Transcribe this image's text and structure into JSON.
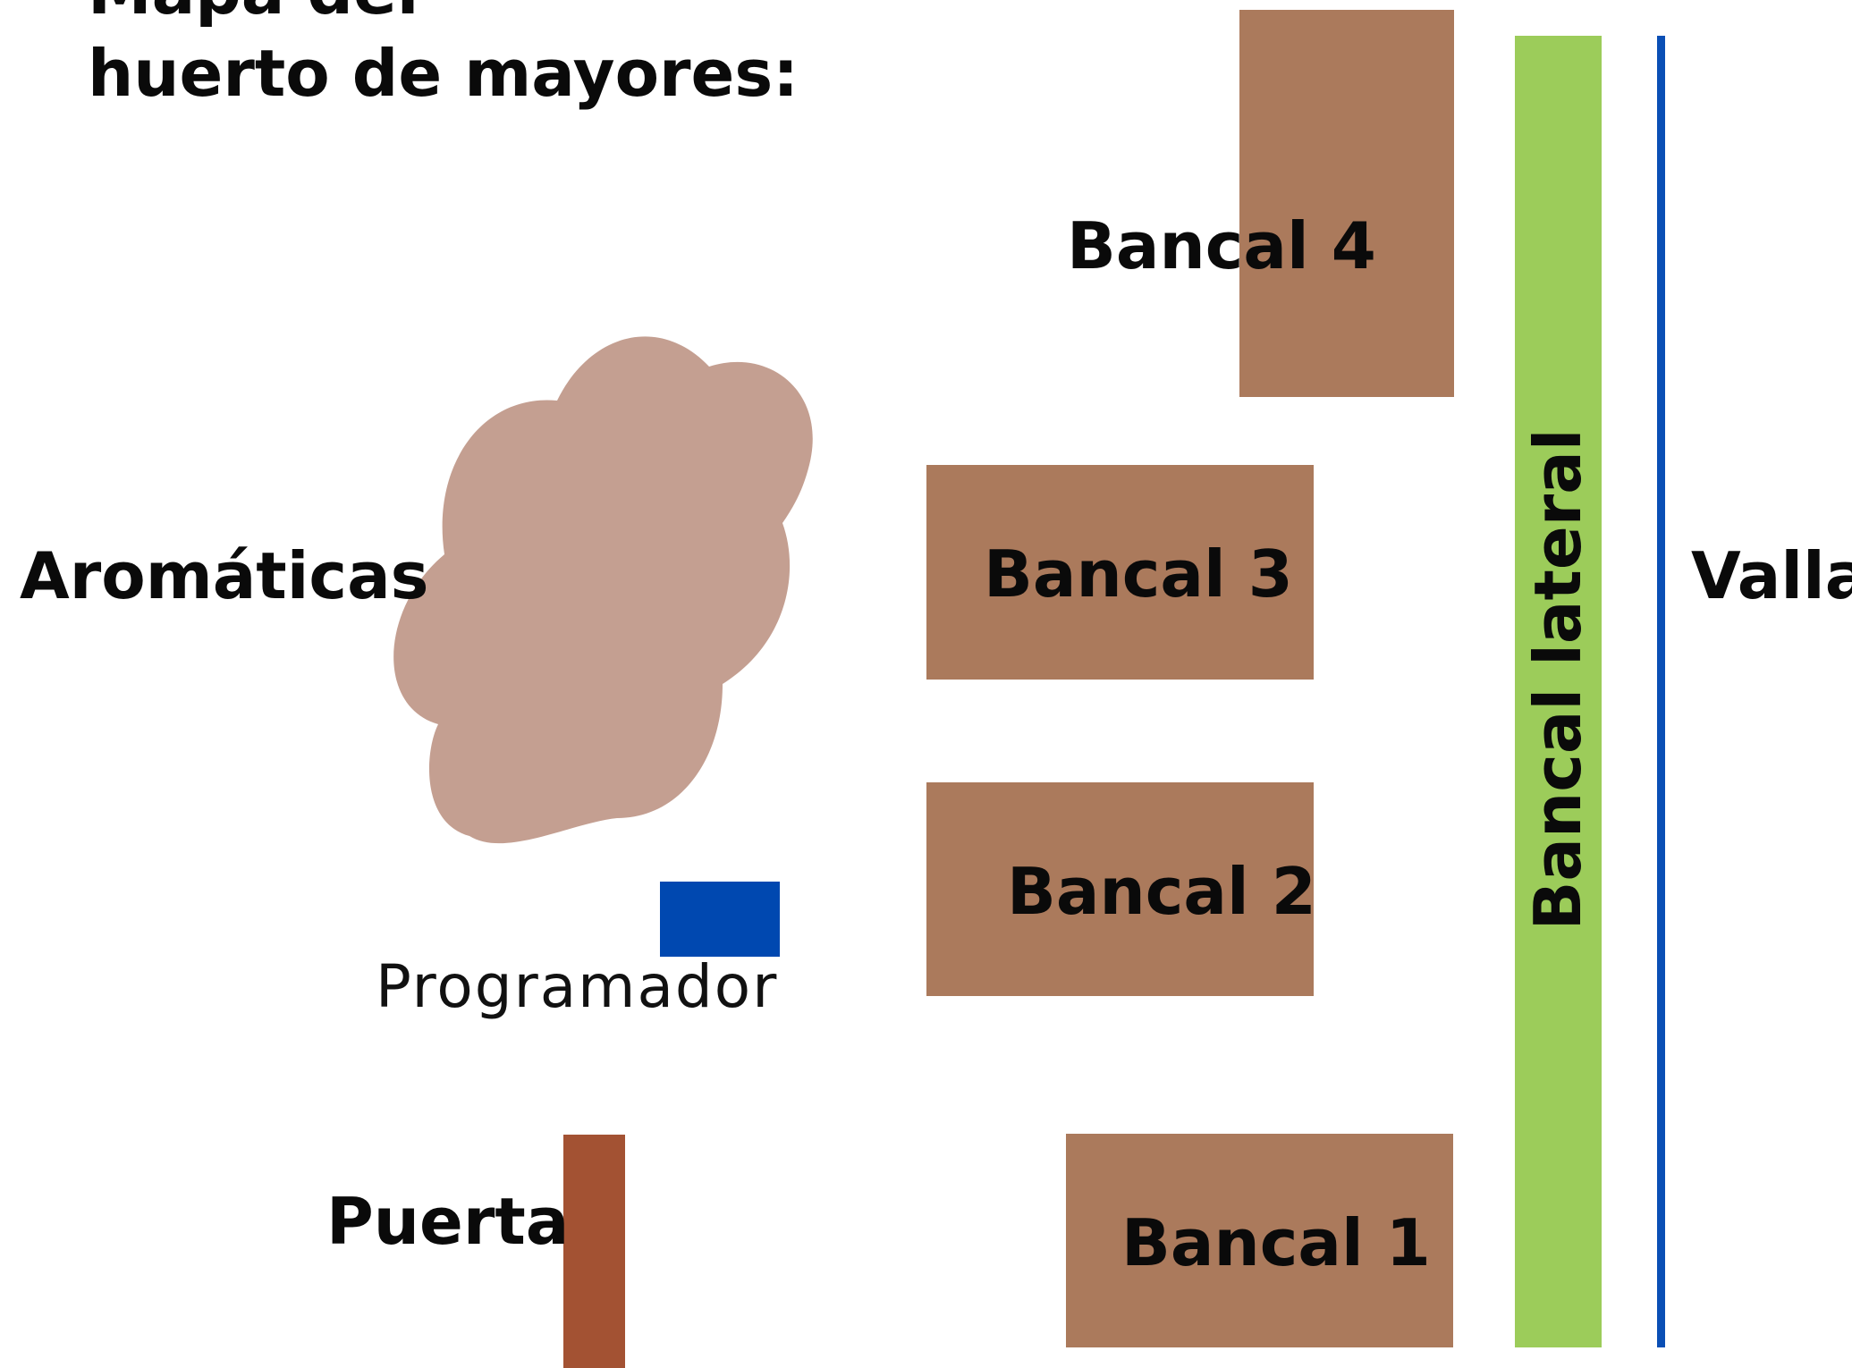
{
  "title": {
    "line1": "Mapa del",
    "line2": "huerto de mayores:"
  },
  "labels": {
    "bancal4": "Bancal 4",
    "bancal3": "Bancal 3",
    "bancal2": "Bancal 2",
    "bancal1": "Bancal 1",
    "bancal_lateral": "Bancal lateral",
    "valla": "Valla",
    "aromaticas": "Aromáticas",
    "programador": "Programador",
    "puerta": "Puerta"
  },
  "colors": {
    "bancal": "#ab7a5c",
    "bancal_lateral": "#9ccc5a",
    "valla": "#0a4fb5",
    "aromaticas": "#c49f91",
    "programador": "#0048b0",
    "puerta": "#a35233"
  }
}
